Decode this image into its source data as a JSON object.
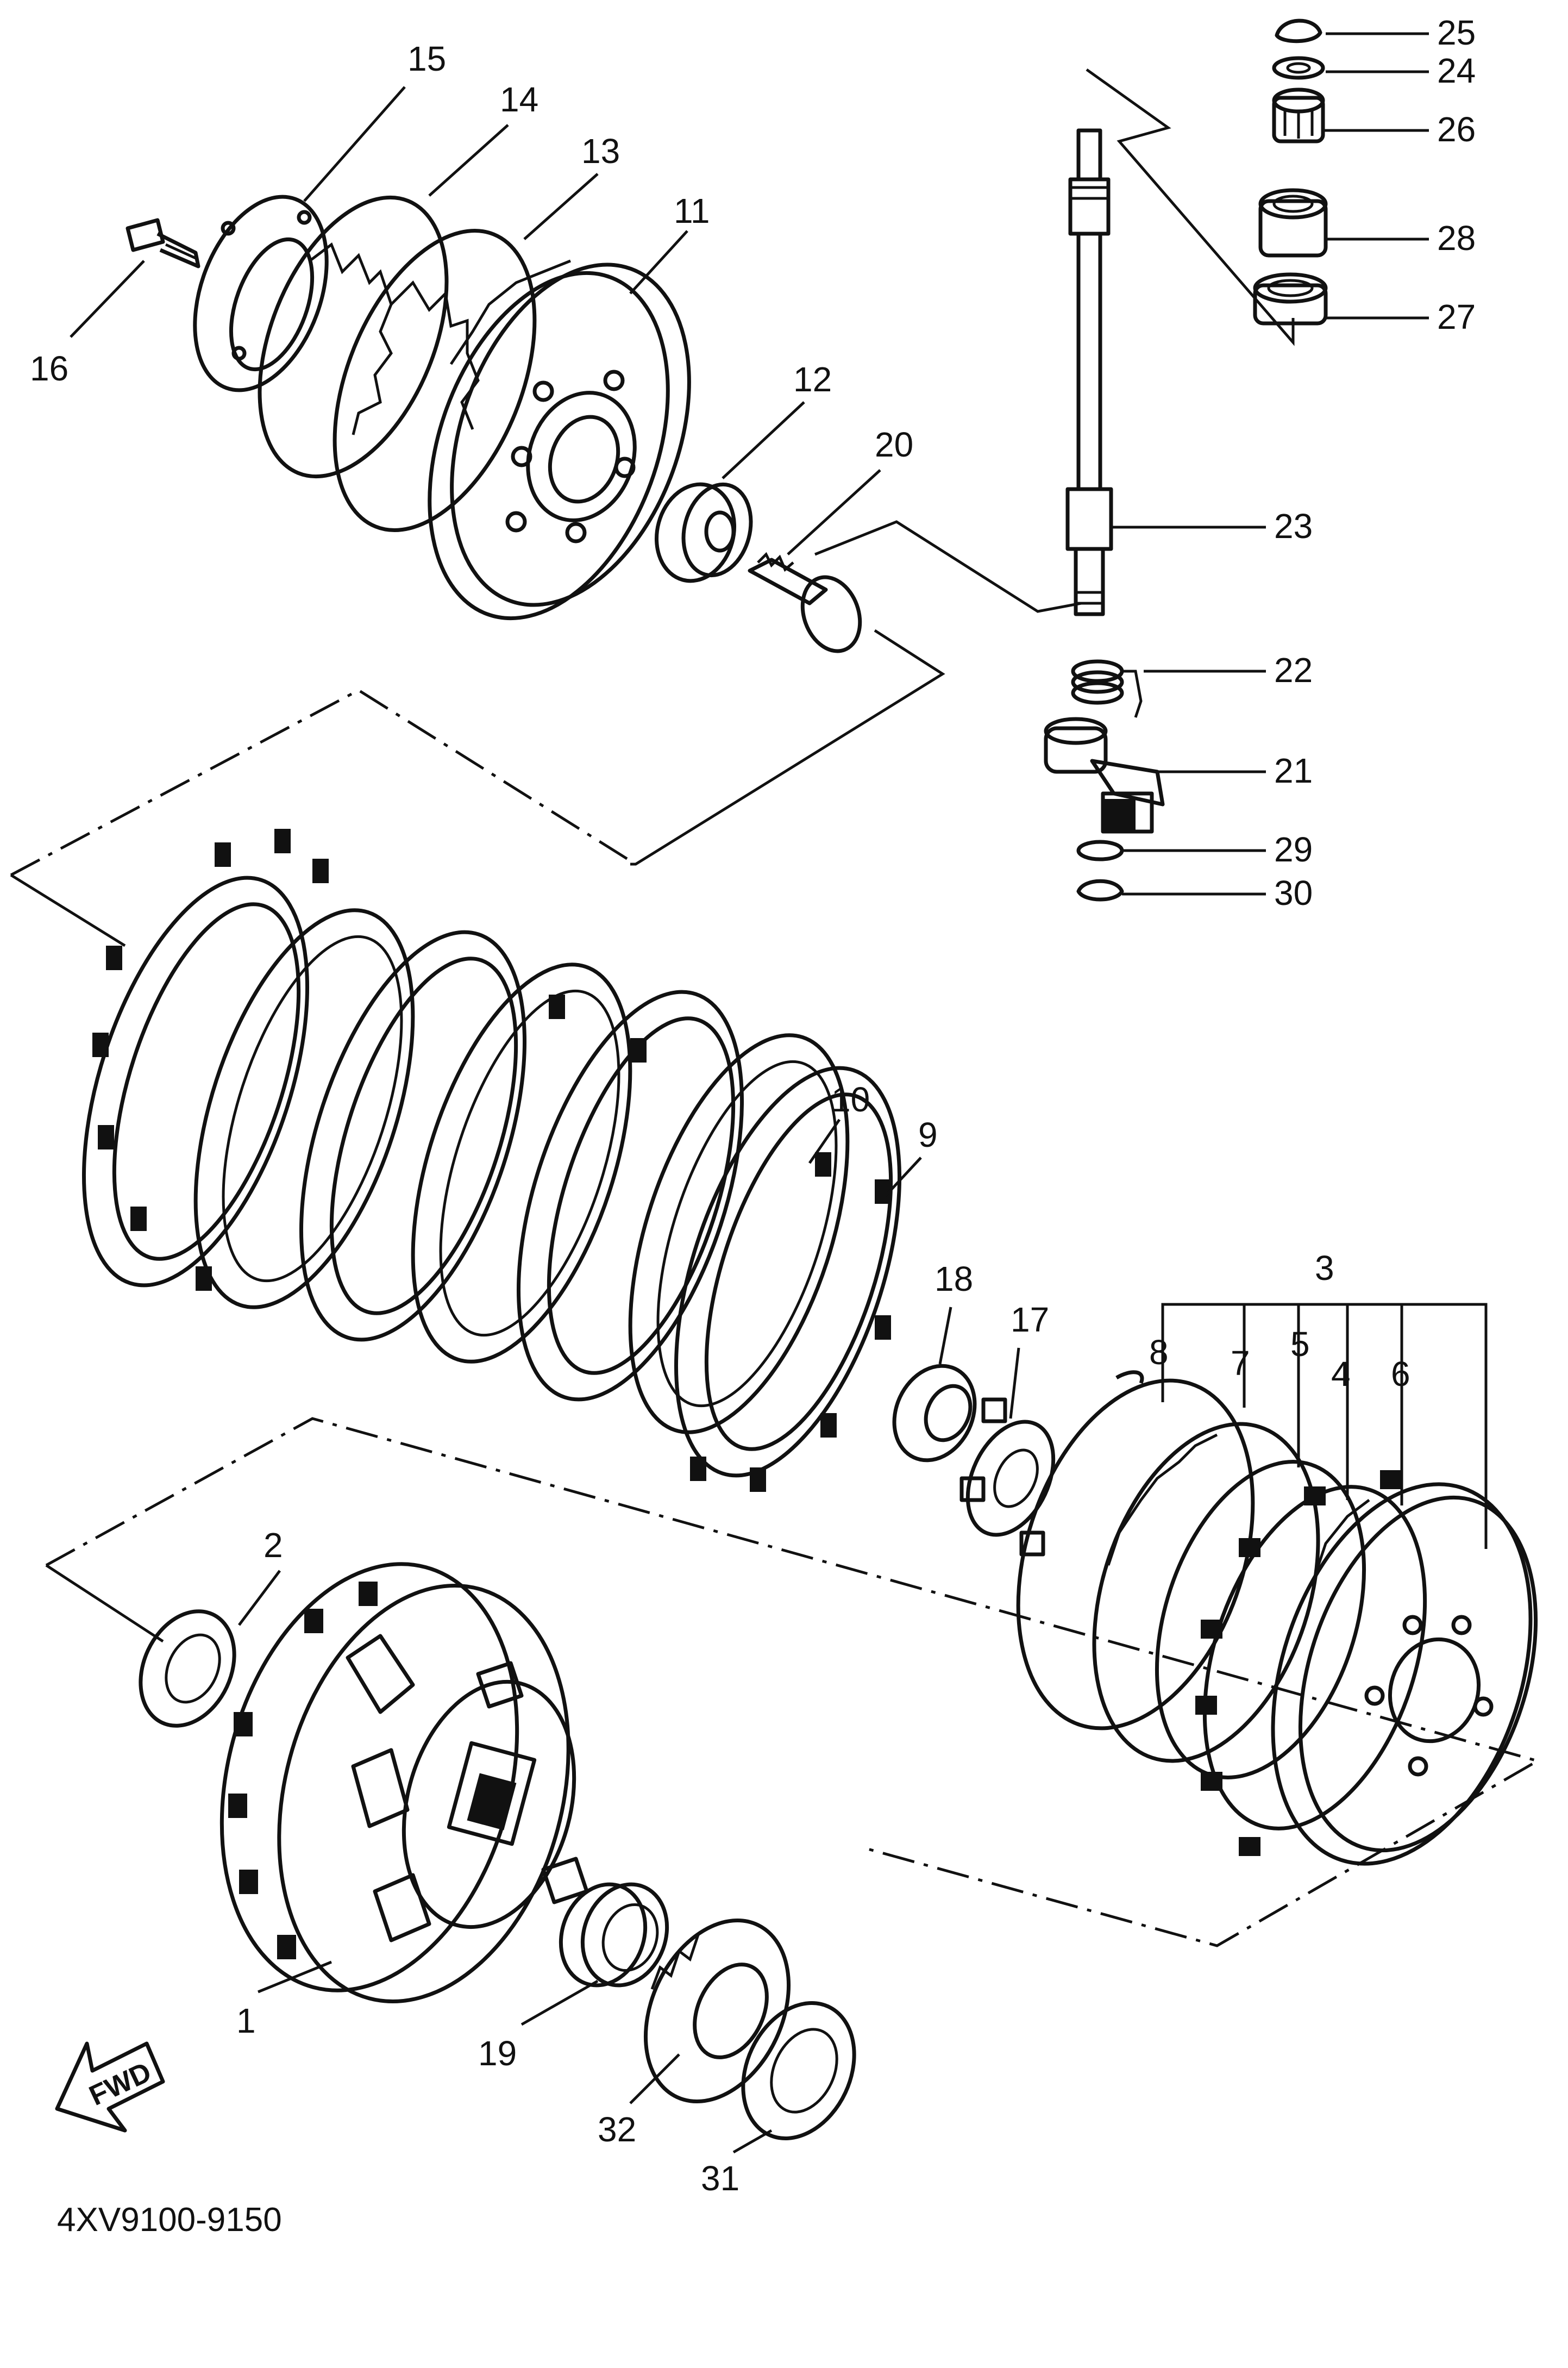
{
  "diagram": {
    "code": "4XV9100-9150",
    "fwd_label": "FWD",
    "callouts": [
      "1",
      "2",
      "3",
      "4",
      "5",
      "6",
      "7",
      "8",
      "9",
      "10",
      "11",
      "12",
      "13",
      "14",
      "15",
      "16",
      "17",
      "18",
      "19",
      "20",
      "21",
      "22",
      "23",
      "24",
      "25",
      "26",
      "27",
      "28",
      "29",
      "30",
      "31",
      "32"
    ]
  }
}
